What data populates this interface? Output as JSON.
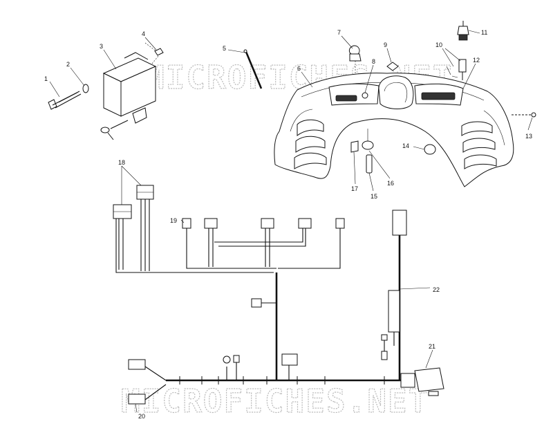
{
  "watermarks": {
    "top": "MICROFICHES.NET",
    "bottom": "MICROFICHES.NET"
  },
  "callouts": [
    "1",
    "2",
    "3",
    "4",
    "5",
    "6",
    "7",
    "8",
    "9",
    "10",
    "11",
    "12",
    "13",
    "14",
    "15",
    "16",
    "17",
    "18",
    "19",
    "20",
    "21",
    "22"
  ]
}
